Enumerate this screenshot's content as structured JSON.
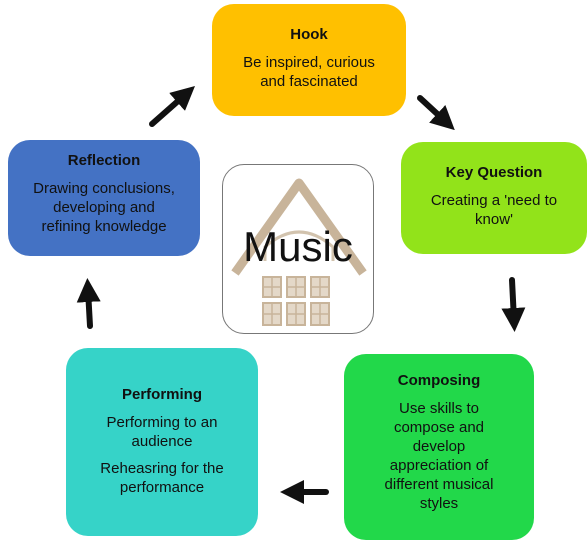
{
  "cycle": {
    "hook": {
      "title": "Hook",
      "lines": [
        "Be inspired, curious",
        "and fascinated"
      ]
    },
    "key_question": {
      "title": "Key Question",
      "lines": [
        "Creating a 'need to",
        "know'"
      ]
    },
    "composing": {
      "title": "Composing",
      "lines": [
        "Use skills to",
        "compose and",
        "develop",
        "appreciation of",
        "different musical",
        "styles"
      ]
    },
    "performing": {
      "title": "Performing",
      "lines": [
        "Performing to an",
        "audience",
        "Reheasring for the",
        "performance"
      ]
    },
    "reflection": {
      "title": "Reflection",
      "lines": [
        "Drawing conclusions,",
        "developing and",
        "refining knowledge"
      ]
    }
  },
  "center": {
    "label": "Music",
    "icon": "house-icon"
  },
  "colors": {
    "hook": "#FFC000",
    "key_question": "#92E31A",
    "composing": "#22D84A",
    "performing": "#36D3C8",
    "reflection": "#4472C4",
    "arrow": "#111111"
  }
}
